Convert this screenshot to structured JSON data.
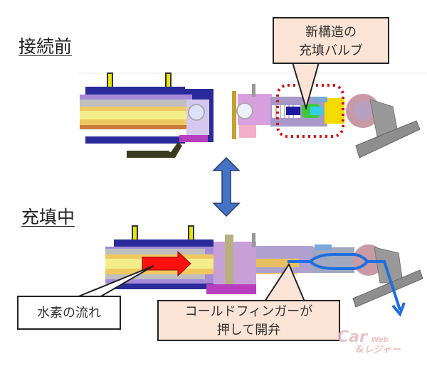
{
  "headings": {
    "before": "接続前",
    "during": "充填中"
  },
  "callouts": {
    "new_valve": [
      "新構造の",
      "充填バルブ"
    ],
    "hydrogen_flow": "水素の流れ",
    "cold_finger": [
      "コールドフィンガーが",
      "押して開弁"
    ]
  },
  "watermark": {
    "line1": "Car",
    "web": "Web",
    "line2": "&レジャー"
  },
  "colors": {
    "callout_fill": "#fbe3d6",
    "flow_arrow": "#ff0000",
    "gas_path": "#1e6fe0",
    "transition_arrow": "#4472c4",
    "highlight_dots": "#d01010"
  }
}
